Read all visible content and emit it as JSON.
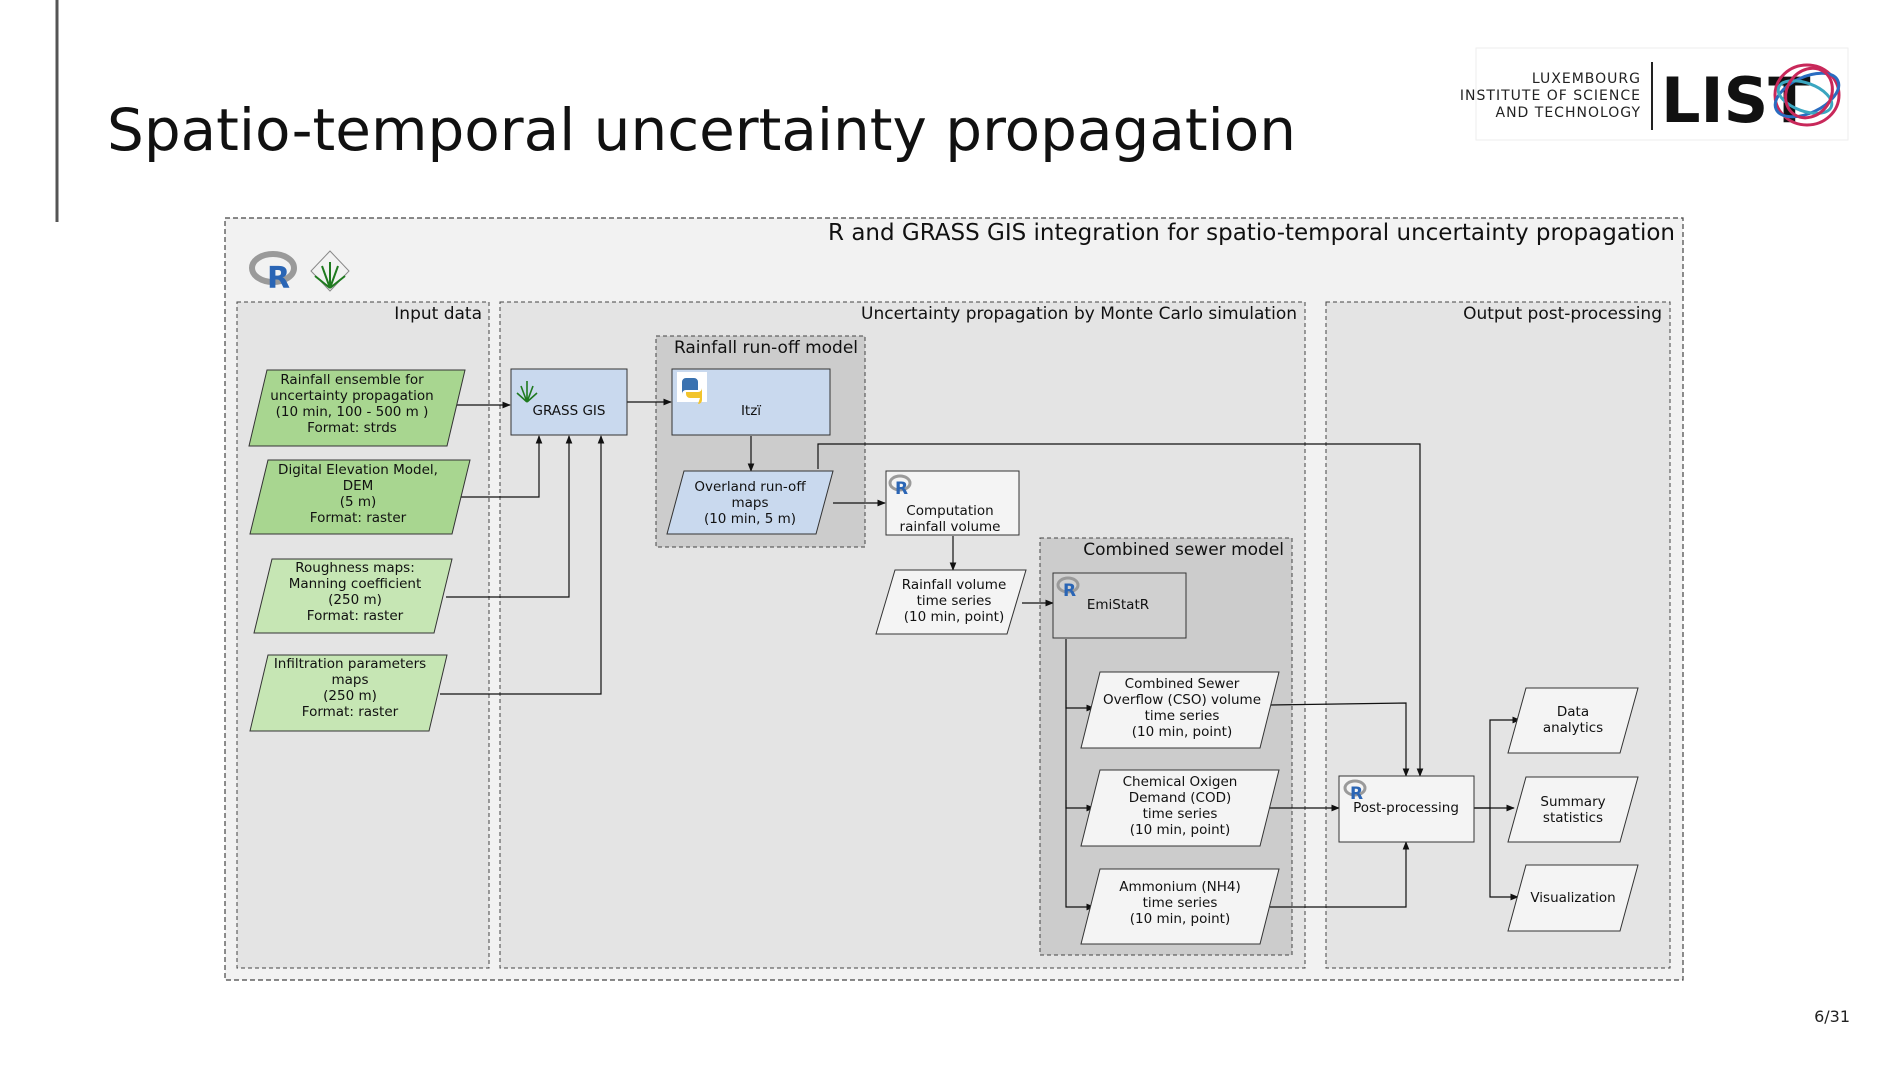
{
  "slide": {
    "title": "Spatio-temporal uncertainty propagation",
    "page_number": "6/31"
  },
  "logo": {
    "line1": "LUXEMBOURG",
    "line2": "INSTITUTE OF SCIENCE",
    "line3": "AND TECHNOLOGY",
    "wordmark": "LIST",
    "colors": {
      "red": "#c8285a",
      "blue": "#2a6cc0",
      "teal": "#3aa6c0"
    }
  },
  "diagram": {
    "title": "R and GRASS GIS integration for spatio-temporal uncertainty propagation",
    "colors": {
      "outer_fill": "#f2f2f2",
      "panel_fill": "#e4e4e4",
      "inner_fill": "#cccccc",
      "green_dark": "#a8d690",
      "green_light": "#c6e6b4",
      "blue_box": "#c9d9ee",
      "white_box": "#f4f4f4",
      "grey_box": "#d0d0d0"
    },
    "icons": [
      "r-logo-icon",
      "grass-gis-icon",
      "python-icon"
    ],
    "panels": {
      "input": "Input data",
      "uncertainty": "Uncertainty propagation by Monte Carlo simulation",
      "output": "Output post-processing",
      "rainfall_model": "Rainfall run-off model",
      "sewer_model": "Combined sewer model"
    },
    "nodes": {
      "rainfall_ensemble": [
        "Rainfall ensemble for",
        "uncertainty propagation",
        "(10 min, 100 - 500 m )",
        "Format: strds"
      ],
      "dem": [
        "Digital Elevation Model,",
        "DEM",
        "(5 m)",
        "Format: raster"
      ],
      "roughness": [
        "Roughness maps:",
        "Manning coefficient",
        "(250 m)",
        "Format: raster"
      ],
      "infiltration": [
        "Infiltration parameters",
        "maps",
        "(250 m)",
        "Format: raster"
      ],
      "grass_gis": [
        "GRASS GIS"
      ],
      "itzi": [
        "Itzï"
      ],
      "overland": [
        "Overland run-off",
        "maps",
        "(10 min, 5 m)"
      ],
      "computation": [
        "Computation",
        "rainfall volume"
      ],
      "rainfall_volume": [
        "Rainfall volume",
        "time series",
        "(10 min, point)"
      ],
      "emistatr": [
        "EmiStatR"
      ],
      "cso": [
        "Combined Sewer",
        "Overflow (CSO) volume",
        "time series",
        "(10 min, point)"
      ],
      "cod": [
        "Chemical Oxigen",
        "Demand (COD)",
        "time series",
        "(10 min, point)"
      ],
      "nh4": [
        "Ammonium (NH4)",
        "time series",
        "(10 min, point)"
      ],
      "post_processing": [
        "Post-processing"
      ],
      "data_analytics": [
        "Data",
        "analytics"
      ],
      "summary_statistics": [
        "Summary",
        "statistics"
      ],
      "visualization": [
        "Visualization"
      ]
    }
  }
}
